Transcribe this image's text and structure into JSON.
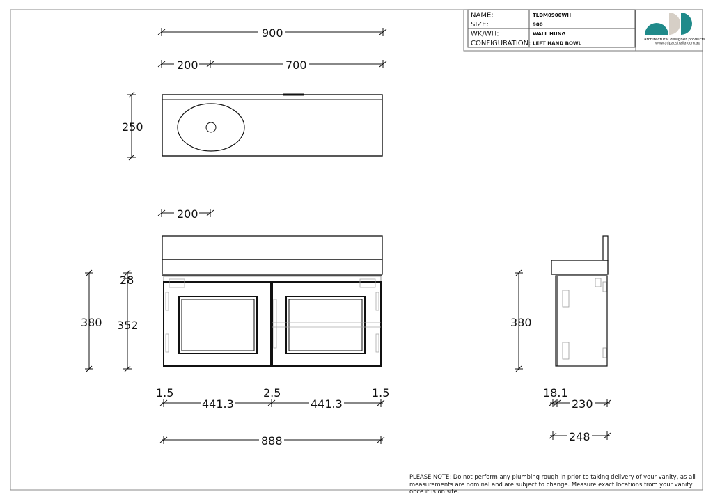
{
  "title_block": {
    "rows": [
      {
        "key": "NAME:",
        "value": "TLDM0900WH"
      },
      {
        "key": "SIZE:",
        "value": "900"
      },
      {
        "key": "WK/WH:",
        "value": "WALL HUNG"
      },
      {
        "key": "CONFIGURATION:",
        "value": "LEFT HAND BOWL"
      }
    ],
    "logo": {
      "icon": "adp-logo-icon",
      "tagline": "architectural designer products",
      "url": "www.adpaustralia.com.au",
      "colors": {
        "teal": "#1f8a8a",
        "beige": "#d6cfc6"
      }
    }
  },
  "plan_view": {
    "overall_width": "900",
    "bowl_offset": "200",
    "remaining_width": "700",
    "depth": "250"
  },
  "front_view": {
    "bowl_offset": "200",
    "height": "380",
    "top_thickness": "28",
    "cabinet_height": "352",
    "gap_left": "1.5",
    "gap_center": "2.5",
    "gap_right": "1.5",
    "door_width_left": "441.3",
    "door_width_right": "441.3",
    "overall_width": "888"
  },
  "side_view": {
    "height": "380",
    "door_thickness": "18.1",
    "carcass_depth": "230",
    "overall_depth": "248"
  },
  "note": "PLEASE NOTE: Do not perform any plumbing rough in prior to taking delivery of your vanity, as all measurements are nominal and are subject to change. Measure exact locations from your vanity once it is on site."
}
